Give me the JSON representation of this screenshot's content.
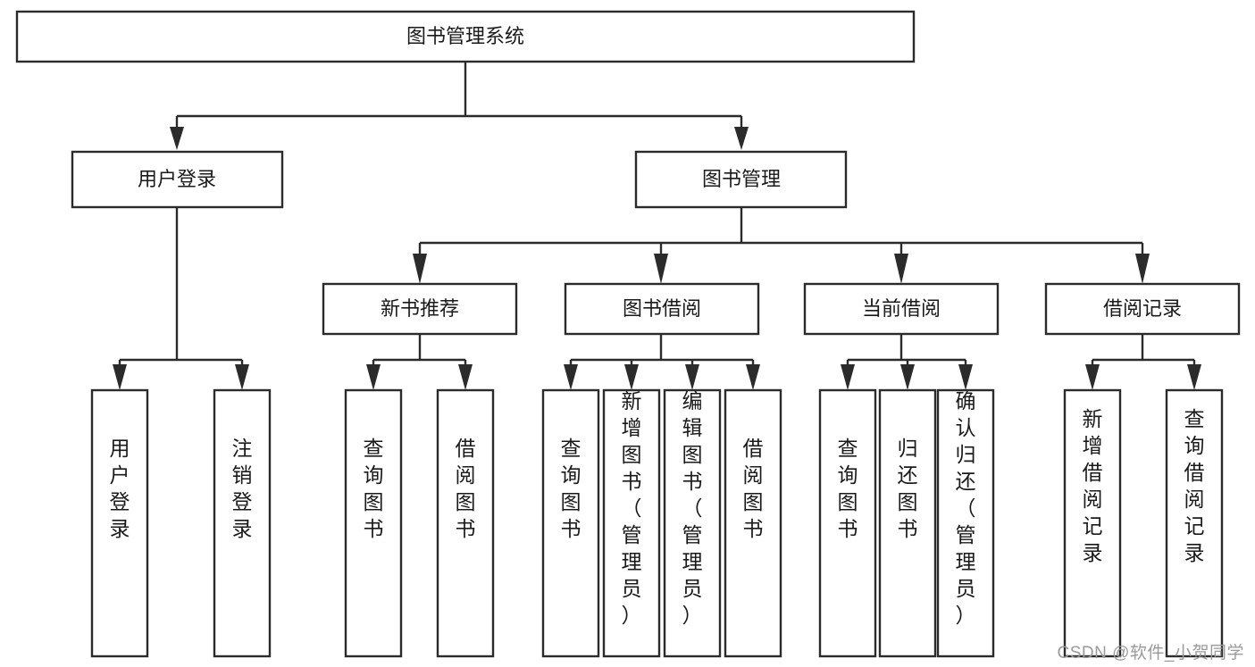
{
  "diagram": {
    "type": "tree",
    "title": "图书管理系统",
    "orientation": "top-down",
    "colors": {
      "box_stroke": "#2b2b2b",
      "box_fill": "#ffffff",
      "connector": "#2b2b2b",
      "text": "#1a1a1a",
      "background": "#ffffff",
      "watermark": "#9a9a9a"
    },
    "levels": {
      "root": {
        "label": "图书管理系统"
      },
      "level2": [
        {
          "id": "user-login",
          "label": "用户登录"
        },
        {
          "id": "book-manage",
          "label": "图书管理"
        }
      ],
      "level3": [
        {
          "id": "new-book-recommend",
          "label": "新书推荐"
        },
        {
          "id": "book-borrow",
          "label": "图书借阅"
        },
        {
          "id": "current-borrow",
          "label": "当前借阅"
        },
        {
          "id": "borrow-record",
          "label": "借阅记录"
        }
      ],
      "leaves": {
        "user-login": [
          {
            "id": "leaf-user-login",
            "label": "用户登录"
          },
          {
            "id": "leaf-logout",
            "label": "注销登录"
          }
        ],
        "new-book-recommend": [
          {
            "id": "leaf-query-book-1",
            "label": "查询图书"
          },
          {
            "id": "leaf-borrow-book-1",
            "label": "借阅图书"
          }
        ],
        "book-borrow": [
          {
            "id": "leaf-query-book-2",
            "label": "查询图书"
          },
          {
            "id": "leaf-add-book",
            "label": "新增图书（管理员）"
          },
          {
            "id": "leaf-edit-book",
            "label": "编辑图书（管理员）"
          },
          {
            "id": "leaf-borrow-book-2",
            "label": "借阅图书"
          }
        ],
        "current-borrow": [
          {
            "id": "leaf-query-book-3",
            "label": "查询图书"
          },
          {
            "id": "leaf-return-book",
            "label": "归还图书"
          },
          {
            "id": "leaf-confirm-return",
            "label": "确认归还（管理员）"
          }
        ],
        "borrow-record": [
          {
            "id": "leaf-add-record",
            "label": "新增借阅记录"
          },
          {
            "id": "leaf-query-record",
            "label": "查询借阅记录"
          }
        ]
      }
    }
  },
  "watermark": {
    "text": "CSDN @软件_小贺同学"
  }
}
